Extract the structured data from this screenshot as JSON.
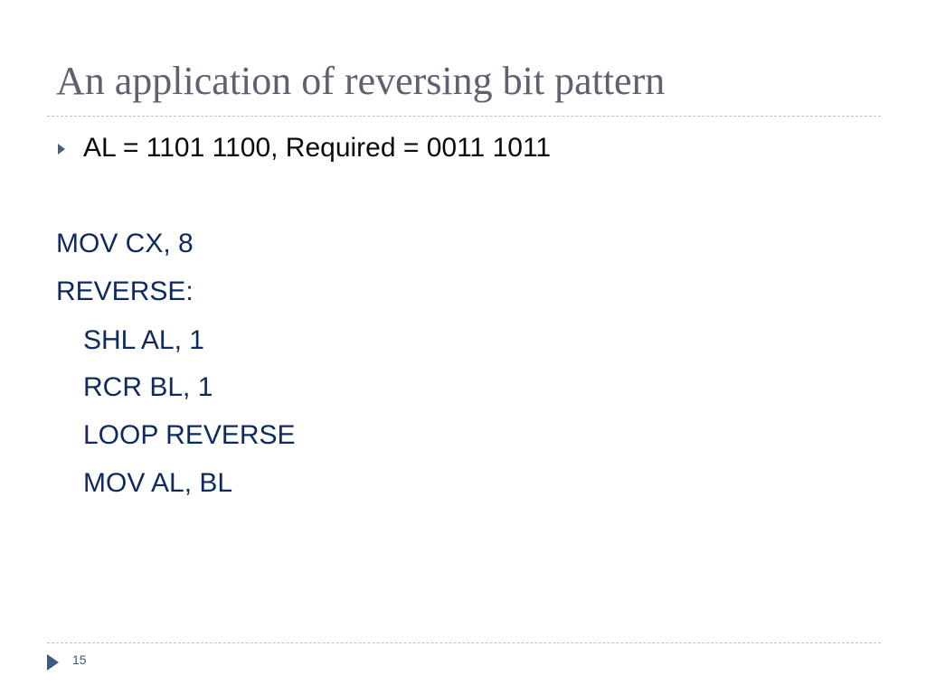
{
  "slide": {
    "title": "An application of reversing bit pattern",
    "bullet": "AL = 1101 1100, Required = 0011 1011",
    "code_lines": [
      "MOV CX, 8",
      "REVERSE:",
      "SHL AL, 1",
      "RCR BL, 1",
      "LOOP REVERSE",
      "MOV AL, BL"
    ],
    "page_number": "15"
  },
  "colors": {
    "title": "#5f6070",
    "code": "#0f2a5e",
    "bullet_text": "#0a0a0a",
    "accent": "#3f5a7e"
  }
}
